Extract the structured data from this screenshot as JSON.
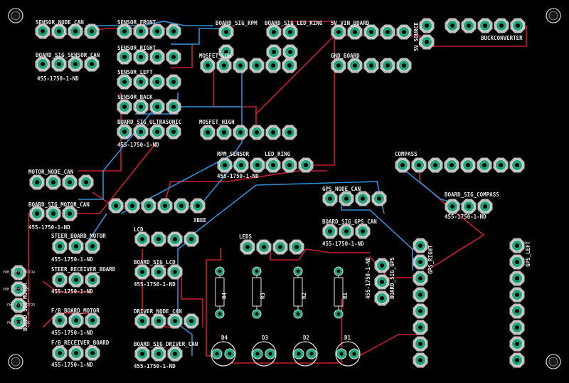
{
  "board": {
    "background": "#000000",
    "pad_color": "#1fa37a",
    "top_trace_color": "#c81e2b",
    "bottom_trace_color": "#2d8fd6",
    "silk_color": "#e8e8e8"
  },
  "labels": {
    "sensor_node_can": "SENSOR_NODE_CAN",
    "board_sig_sensor_can": "BOARD_SIG_SENSOR_CAN",
    "part_a": "455-1750-1-ND",
    "sensor_front": "SENSOR_FRONT",
    "sensor_right": "SENSOR_RIGHT",
    "sensor_left": "SENSOR_LEFT",
    "sensor_back": "SENSOR_BACK",
    "board_sig_ultrasonic": "BOARD_SIG_ULTRASONIC",
    "part_b": "455-1750-1-ND",
    "board_sig_rpm": "BOARD_SIG_RPM",
    "board_sig_led_ring": "BOARD_SIG_LED_RING",
    "v5_vin_board": "5V_VIN_BOARD",
    "v5_source": "5V_SOURCE",
    "buckconverter": "BUCKCONVERTER",
    "mosfet_low": "MOSFET_LOW",
    "gnd_board": "GND_BOARD",
    "mosfet_high": "MOSFET_HIGH",
    "rpm_sensor": "RPM_SENSOR",
    "led_ring": "LED_RING",
    "part_c": "455-1750-1-ND",
    "compass": "COMPASS",
    "board_sig_compass": "BOARD_SIG_COMPASS",
    "part_d": "455-1750-1-ND",
    "motor_node_can": "MOTOR_NODE_CAN",
    "board_sig_motor_can": "BOARD_SIG_MOTOR_CAN",
    "part_e": "455-1750-1-ND",
    "xbee": "XBEE",
    "gps_node_can": "GPS_NODE_CAN",
    "board_sig_gps_can": "BOARD_SIG_GPS_CAN",
    "part_f": "455-1750-1-ND",
    "board_sig_gps": "BOARD_SIG_GPS",
    "part_g": "455-1750-1-ND",
    "gps_right": "GPS_RIGHT",
    "gps_left": "GPS_LEFT",
    "steer_board_motor": "STEER_BOARD_MOTOR",
    "part_h": "455-1750-1-ND",
    "steer_receiver_board": "STEER_RECEIVER_BOARD",
    "part_i": "455-1750-1-ND",
    "fb_board_motor": "F/B_BOARD_MOTOR",
    "part_j": "455-1750-1-ND",
    "fb_receiver_board": "F/B_RECEIVER_BOARD",
    "part_k": "455-1750-1-ND",
    "board_sig_motor": "BOARD_SIG_MOTOR",
    "lcd": "LCD",
    "board_sig_lcd": "BOARD_SIG_LCD",
    "part_l": "455-1750-1-ND",
    "driver_node_can": "DRIVER_NODE_CAN",
    "board_sig_driver_can": "BOARD_SIG_DRIVER_CAN",
    "part_m": "455-1750-1-ND",
    "leds": "LEDS",
    "r4": "R4",
    "r3": "R3",
    "r2": "R2",
    "r1": "R1",
    "d4": "D4",
    "d3": "D3",
    "d2": "D2",
    "d1": "D1",
    "pwm_steer_motor": "PWM_STEER_MOTOR",
    "pwm_steer_recv": "PWM_STEER_REC",
    "pwm_fb_motor": "PWM_F/B_MOTOR",
    "pwm_fb_recv": "PWM_F/B_REC"
  }
}
